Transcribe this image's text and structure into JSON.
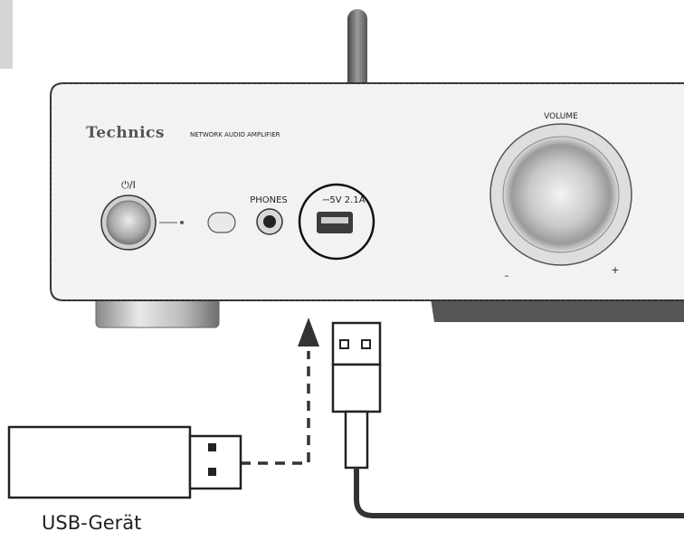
{
  "amplifier": {
    "brand": "Technics",
    "model": "NETWORK AUDIO AMPLIFIER",
    "power_label": "⏻/I",
    "phones_label": "PHONES",
    "usb_port_label": "⎓5V 2.1A",
    "volume_label": "VOLUME",
    "volume_min": "–",
    "volume_max": "+"
  },
  "usb_device": {
    "caption": "USB-Gerät"
  },
  "colors": {
    "panel": "#f2f2f2",
    "outline": "#333333",
    "arrow": "#333333",
    "cable": "#333333"
  }
}
